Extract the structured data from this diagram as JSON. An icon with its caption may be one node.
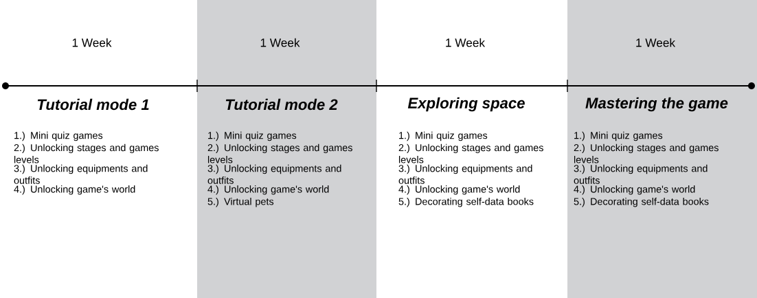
{
  "diagram": {
    "nodes": [
      {
        "text": [
          "1 Week",
          "Tutorial mode 1",
          "1.) Mini quiz games",
          "2.) Unlocking stages and games levels",
          "3.) Unlocking equipments and outfits",
          "4.) Unlocking game's world"
        ]
      },
      {
        "text": [
          "1 Week",
          "Tutorial mode 2",
          "1.) Mini quiz games",
          "2.) Unlocking stages and games levels",
          "3.) Unlocking equipments and outfits",
          "4.) Unlocking game's world",
          "5.) Virtual pets"
        ]
      },
      {
        "text": [
          "1 Week",
          "Exploring space",
          "1.) Mini quiz games",
          "2.) Unlocking stages and games levels",
          "3.) Unlocking equipments and outfits",
          "4.) Unlocking game's world",
          "5.) Decorating self-data books"
        ]
      },
      {
        "text": [
          "1 Week",
          "Mastering the game",
          "1.) Mini quiz games",
          "2.) Unlocking stages and games levels",
          "3.) Unlocking equipments and outfits",
          "4.) Unlocking game's world",
          "5.) Decorating self-data books"
        ]
      }
    ]
  }
}
